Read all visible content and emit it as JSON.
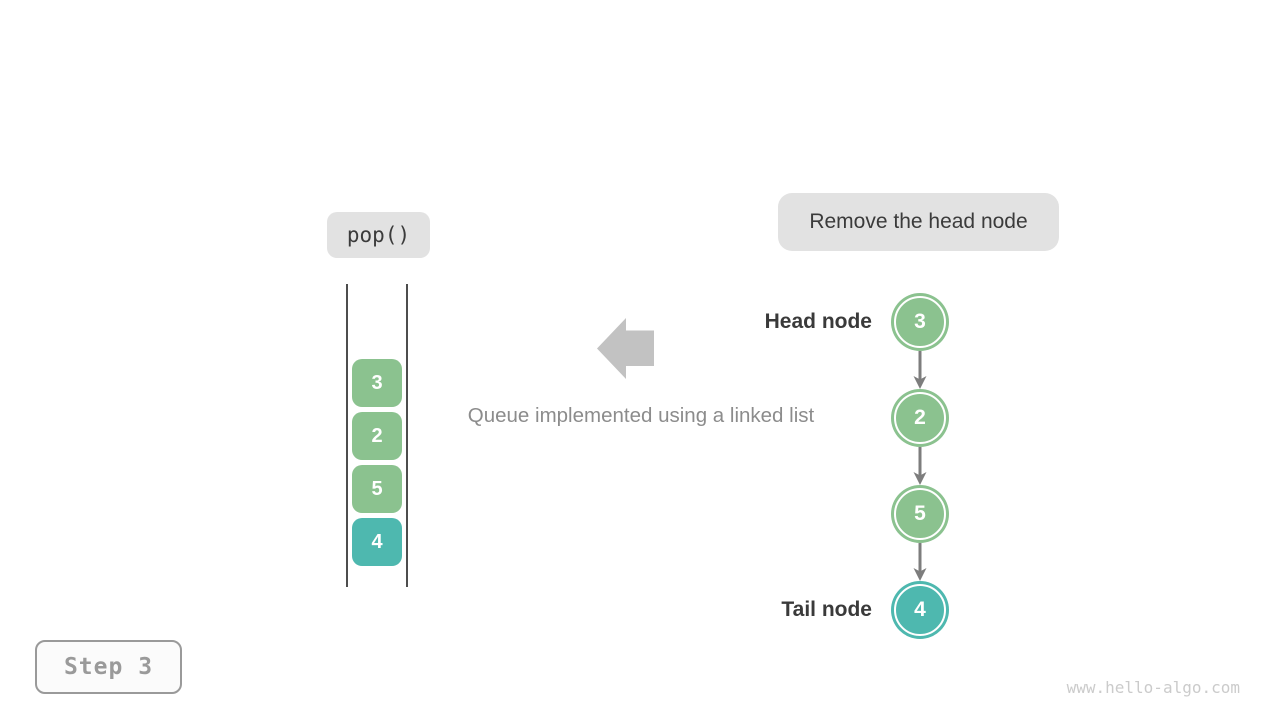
{
  "labels": {
    "operation": "pop()",
    "callout": "Remove the head node",
    "caption": "Queue implemented using a linked list",
    "head_label": "Head node",
    "tail_label": "Tail node",
    "step": "Step 3",
    "watermark": "www.hello-algo.com"
  },
  "queue_stack": {
    "items": [
      {
        "value": "3",
        "color": "#8bc28f"
      },
      {
        "value": "2",
        "color": "#8bc28f"
      },
      {
        "value": "5",
        "color": "#8bc28f"
      },
      {
        "value": "4",
        "color": "#4eb8af"
      }
    ]
  },
  "linked_list": {
    "nodes": [
      {
        "value": "3",
        "color": "#8bc28f"
      },
      {
        "value": "2",
        "color": "#8bc28f"
      },
      {
        "value": "5",
        "color": "#8bc28f"
      },
      {
        "value": "4",
        "color": "#4eb8af"
      }
    ]
  },
  "colors": {
    "bubble_bg": "#e2e2e2",
    "node_green": "#8bc28f",
    "node_teal": "#4eb8af",
    "rail": "#4d4d4d",
    "link_arrow": "#7d7d7d",
    "big_arrow": "#c2c2c2",
    "caption_text": "#8c8c8c",
    "dark_text": "#3a3a3a",
    "step_text": "#9a9a9a",
    "watermark_text": "#cbcbcb"
  }
}
